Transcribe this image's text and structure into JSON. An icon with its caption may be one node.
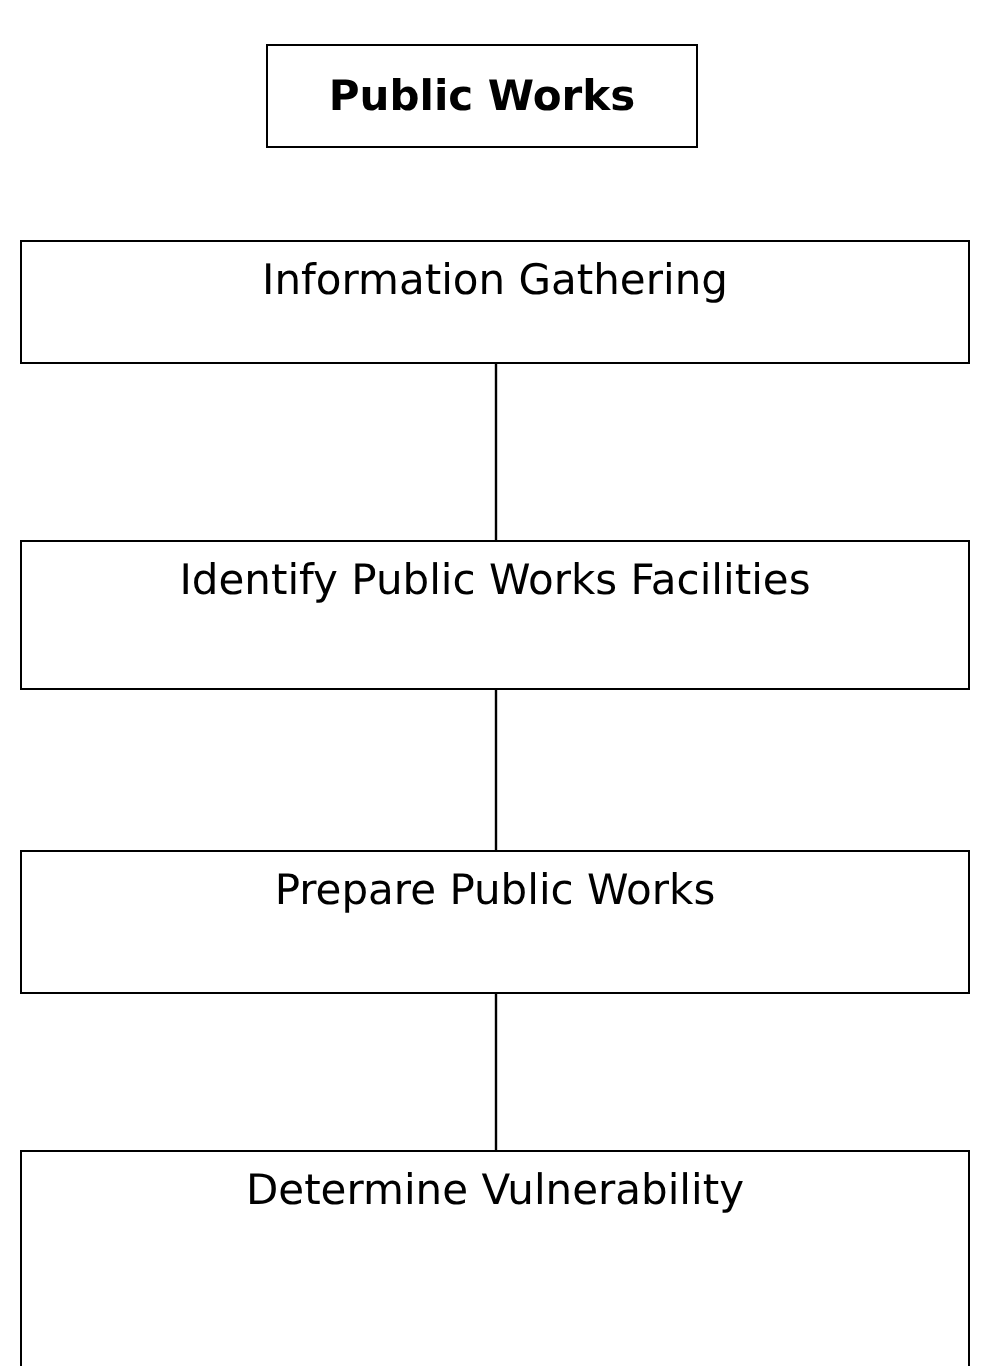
{
  "diagram": {
    "nodes": [
      {
        "text": [
          "Public Works"
        ]
      },
      {
        "text": [
          "Information Gathering"
        ]
      },
      {
        "text": [
          "Identify Public Works Facilities"
        ]
      },
      {
        "text": [
          "Prepare Public Works"
        ]
      },
      {
        "text": [
          "Determine Vulnerability"
        ]
      }
    ],
    "edges": [
      {
        "from": 1,
        "to": 2,
        "arrow": "none"
      },
      {
        "from": 2,
        "to": 3,
        "arrow": "none"
      },
      {
        "from": 3,
        "to": 4,
        "arrow": "none"
      }
    ]
  }
}
